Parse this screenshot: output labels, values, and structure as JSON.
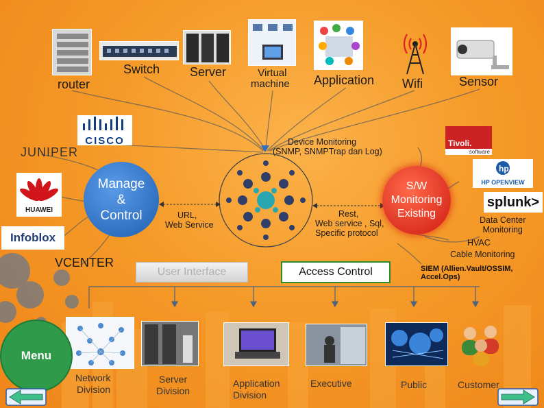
{
  "devices": {
    "router": "router",
    "switch": "Switch",
    "server": "Server",
    "virtual_machine_1": "Virtual",
    "virtual_machine_2": "machine",
    "application": "Application",
    "wifi": "Wifi",
    "sensor": "Sensor"
  },
  "vendors": {
    "cisco": "CISCO",
    "juniper": "JUNIPER",
    "huawei": "HUAWEI",
    "infoblox": "Infoblox",
    "vcenter": "VCENTER",
    "tivoli": "Tivoli.",
    "tivoli_sub": "software",
    "hp": "HP OPENVIEW",
    "splunk": "splunk>"
  },
  "hub": {
    "device_monitoring_1": "Device Monitoring",
    "device_monitoring_2": "(SNMP, SNMPTrap dan Log)",
    "url_1": "URL,",
    "url_2": "Web Service",
    "rest_1": "Rest,",
    "rest_2": "Web service , Sql,",
    "rest_3": "Specific protocol"
  },
  "manage": {
    "line1": "Manage",
    "line2": "&",
    "line3": "Control"
  },
  "sw_monitoring": {
    "line1": "S/W",
    "line2": "Monitoring",
    "line3": "Existing"
  },
  "existing_items": {
    "data_center_1": "Data Center",
    "data_center_2": "Monitoring",
    "hvac": "HVAC",
    "cable": "Cable Monitoring",
    "siem_1": "SIEM (Allien.Vault/OSSIM,",
    "siem_2": "Accel.Ops)"
  },
  "controls": {
    "user_interface": "User Interface",
    "access_control": "Access Control"
  },
  "divisions": {
    "network_1": "Network",
    "network_2": "Division",
    "server_1": "Server",
    "server_2": "Division",
    "application_1": "Application",
    "application_2": "Division",
    "executive": "Executive",
    "public": "Public",
    "customer": "Customer"
  },
  "menu": {
    "label": "Menu"
  },
  "colors": {
    "background": "#f59a28",
    "manage_blue": "#2f73c6",
    "sw_red": "#d8231a",
    "menu_green": "#2f9a4a",
    "access_border": "#2e8b2e",
    "nav_green": "#3fbf8a"
  },
  "icons": {
    "prev": "arrow-left-icon",
    "next": "arrow-right-icon"
  }
}
